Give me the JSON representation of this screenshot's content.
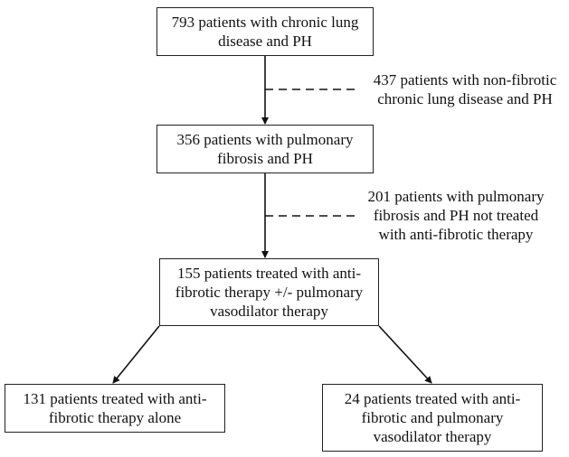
{
  "boxes": {
    "b1": "793 patients with chronic lung disease and PH",
    "b2": "356 patients with pulmonary fibrosis and PH",
    "b3": "155 patients treated with anti-fibrotic therapy +/- pulmonary vasodilator therapy",
    "b4": "131 patients treated with anti-fibrotic therapy alone",
    "b5": "24 patients treated with anti-fibrotic and pulmonary vasodilator therapy"
  },
  "exclusions": {
    "e1": "437 patients with non-fibrotic chronic lung disease and PH",
    "e2": "201 patients with pulmonary fibrosis and PH not treated with anti-fibrotic therapy"
  }
}
